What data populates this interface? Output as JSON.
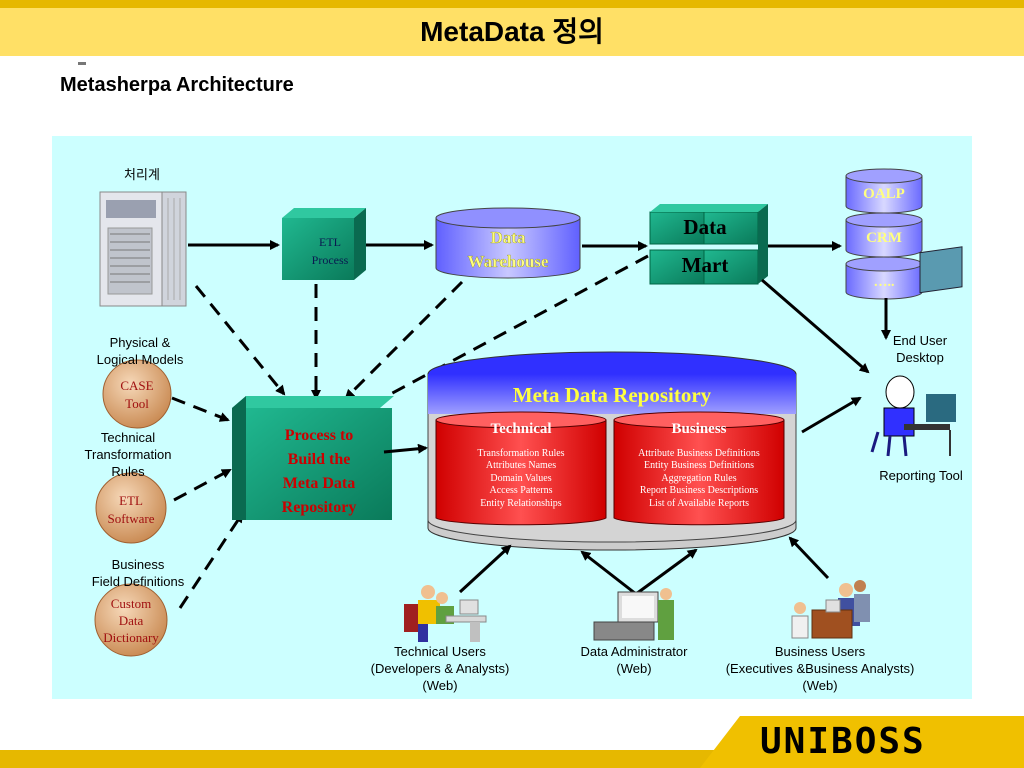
{
  "header": {
    "title": "MetaData 정의",
    "subtitle": "Metasherpa  Architecture"
  },
  "nodes": {
    "source_system": "처리계",
    "etl_process": [
      "ETL",
      "Process"
    ],
    "data_warehouse": [
      "Data",
      "Warehouse"
    ],
    "data_mart": [
      "Data",
      "Mart"
    ],
    "olap": "OALP",
    "crm": "CRM",
    "ellipsis": "…..",
    "physical_models": [
      "Physical &",
      "Logical Models"
    ],
    "case_tool": [
      "CASE",
      "Tool"
    ],
    "technical_rules": [
      "Technical",
      "Transformation",
      "Rules"
    ],
    "etl_software": [
      "ETL",
      "Software"
    ],
    "business_fields": [
      "Business",
      "Field Definitions"
    ],
    "custom_dictionary": [
      "Custom",
      "Data",
      "Dictionary"
    ],
    "process_build": [
      "Process to",
      "Build the",
      "Meta Data",
      "Repository"
    ],
    "repository_title": "Meta Data Repository",
    "technical_title": "Technical",
    "technical_items": [
      "Transformation Rules",
      "Attributes Names",
      "Domain Values",
      "Access Patterns",
      "Entity Relationships"
    ],
    "business_title": "Business",
    "business_items": [
      "Attribute Business Definitions",
      "Entity Business Definitions",
      "Aggregation Rules",
      "Report Business Descriptions",
      "List of Available Reports"
    ],
    "end_user": [
      "End User",
      "Desktop"
    ],
    "reporting_tool": "Reporting Tool",
    "technical_users": [
      "Technical Users",
      "(Developers & Analysts)",
      "(Web)"
    ],
    "data_admin": [
      "Data Administrator",
      "(Web)"
    ],
    "business_users": [
      "Business Users",
      "(Executives &Business Analysts)",
      "(Web)"
    ]
  },
  "footer": {
    "logo": "UNIBOSS"
  },
  "colors": {
    "header_bg": "#ffe066",
    "header_bar": "#e6b800",
    "panel_bg": "#ccffff",
    "teal": "#1a9e7a",
    "cylinder_blue": "#8080ff",
    "red": "#ee2020",
    "tan": "#d9a070"
  }
}
